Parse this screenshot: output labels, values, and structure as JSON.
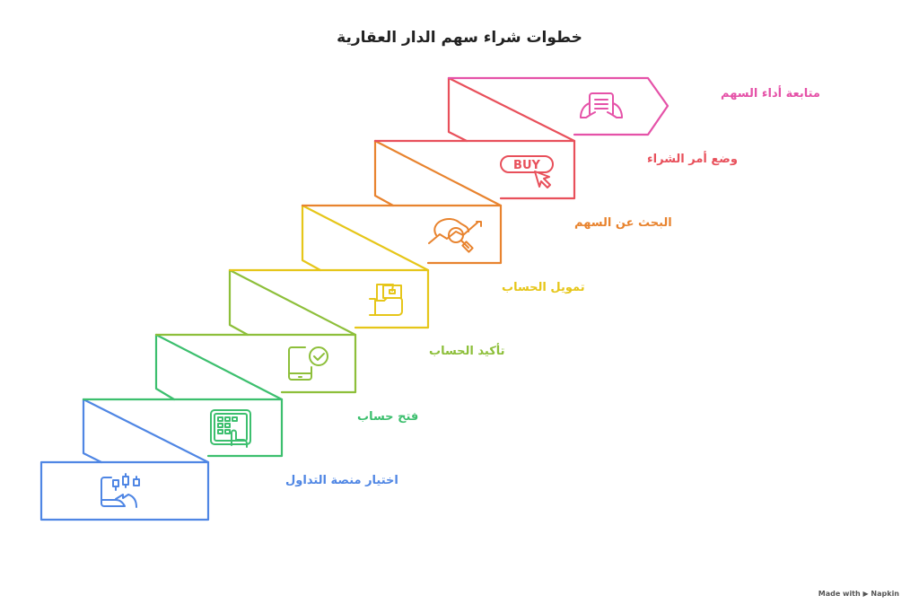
{
  "title": "خطوات شراء سهم الدار العقارية",
  "steps": [
    {
      "label": "اختيار منصة التداول",
      "color": "#4f86e4",
      "icon": "tablet-candlestick-chart-icon"
    },
    {
      "label": "فتح حساب",
      "color": "#3cbf6e",
      "icon": "keypad-touch-icon"
    },
    {
      "label": "تأكيد الحساب",
      "color": "#8dbf3a",
      "icon": "phone-check-icon"
    },
    {
      "label": "تمويل الحساب",
      "color": "#e6c619",
      "icon": "hand-money-icon"
    },
    {
      "label": "البحث عن السهم",
      "color": "#e8832e",
      "icon": "chart-search-icon"
    },
    {
      "label": "وضع أمر الشراء",
      "color": "#e8505b",
      "icon": "buy-button-cursor-icon"
    },
    {
      "label": "متابعة أداء السهم",
      "color": "#e552a8",
      "icon": "hands-document-icon"
    }
  ],
  "footer": {
    "text": "Made with ▶ Napkin"
  }
}
